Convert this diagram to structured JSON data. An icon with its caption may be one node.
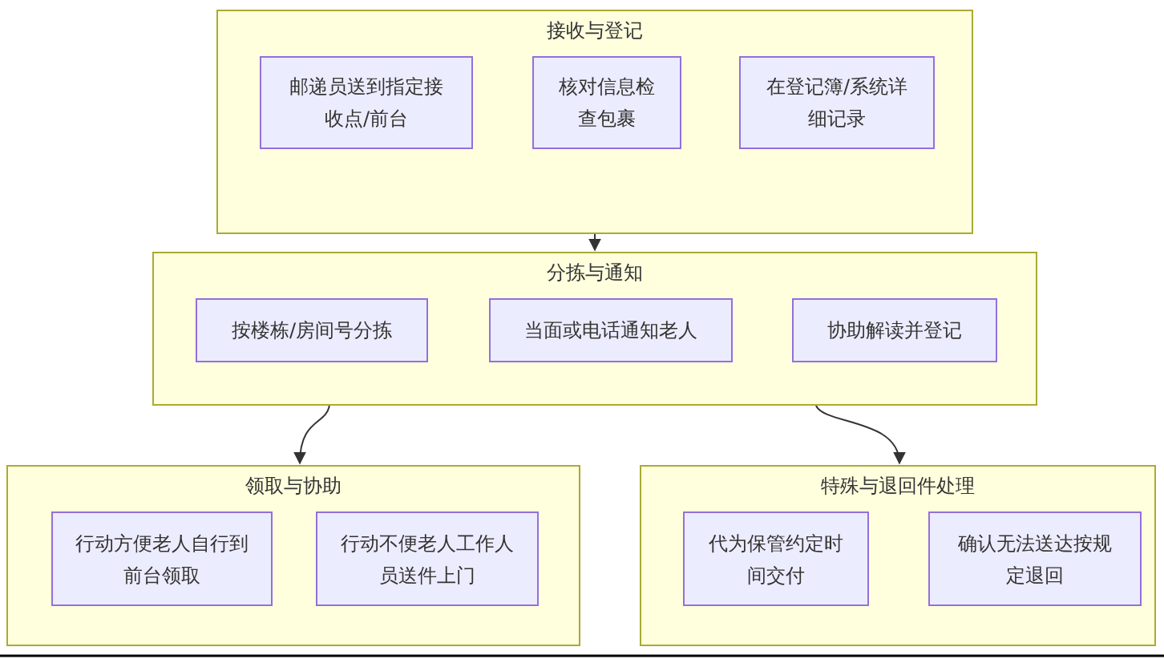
{
  "diagram": {
    "nodes": [
      {
        "text": [
          "接收与登记"
        ]
      },
      {
        "text": [
          "邮递员送到指定接收点/前台"
        ],
        "in": 0
      },
      {
        "text": [
          "核对信息检查包裹"
        ],
        "in": 0
      },
      {
        "text": [
          "在登记簿/系统详细记录"
        ],
        "in": 0
      },
      {
        "text": [
          "分拣与通知"
        ]
      },
      {
        "text": [
          "按楼栋/房间号分拣"
        ],
        "in": 4
      },
      {
        "text": [
          "当面或电话通知老人"
        ],
        "in": 4
      },
      {
        "text": [
          "协助解读并登记"
        ],
        "in": 4
      },
      {
        "text": [
          "领取与协助"
        ]
      },
      {
        "text": [
          "行动方便老人自行到前台领取"
        ],
        "in": 8
      },
      {
        "text": [
          "行动不便老人工作人员送件上门"
        ],
        "in": 8
      },
      {
        "text": [
          "特殊与退回件处理"
        ]
      },
      {
        "text": [
          "代为保管约定时间交付"
        ],
        "in": 11
      },
      {
        "text": [
          "确认无法送达按规定退回"
        ],
        "in": 11
      }
    ],
    "edges": [
      {
        "from": 0,
        "to": 4,
        "arrow": "to"
      },
      {
        "from": 4,
        "to": 8,
        "arrow": "to"
      },
      {
        "from": 4,
        "to": 11,
        "arrow": "to"
      }
    ]
  }
}
